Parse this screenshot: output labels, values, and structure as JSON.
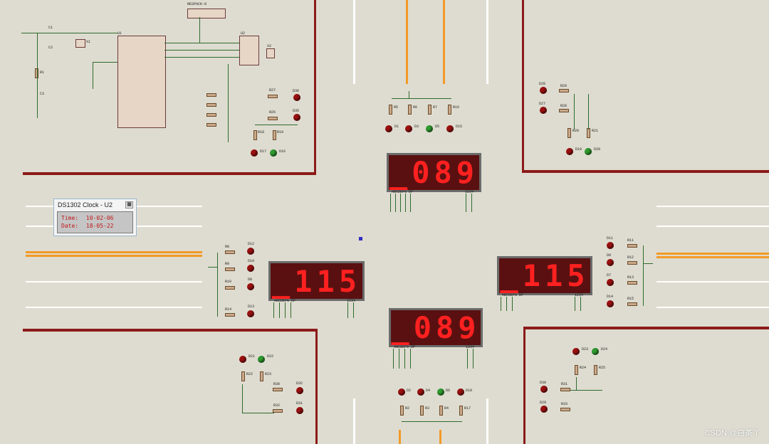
{
  "clock_window": {
    "title": "DS1302 Clock - U2",
    "time_label": "Time:",
    "time_value": "10-02-06",
    "date_label": "Date:",
    "date_value": "18-05-22"
  },
  "displays": {
    "north": {
      "value": "_089",
      "pins_left": "ABCDEFG DP",
      "pins_right": "1234"
    },
    "south": {
      "value": "_089",
      "pins_left": "ABCDEFG DP",
      "pins_right": "1234"
    },
    "west": {
      "value": "_115",
      "pins_left": "ABCDEFG DP",
      "pins_right": "1234"
    },
    "east": {
      "value": "_115",
      "pins_left": "ABCDEFG DP",
      "pins_right": "1234"
    }
  },
  "components": {
    "u1": "U1",
    "u2": "U2",
    "c1": "C1",
    "c2": "C2",
    "c3": "C3",
    "r1": "R1",
    "x1": "X1",
    "x2": "X2",
    "respack": "RESPACK-8",
    "north_resistors": [
      "R5",
      "R6",
      "R7",
      "R16"
    ],
    "north_leds": [
      "D1",
      "D3",
      "D5",
      "D15"
    ],
    "south_resistors": [
      "R2",
      "R3",
      "R4",
      "R17"
    ],
    "south_leds": [
      "D2",
      "D4",
      "D6",
      "D18"
    ],
    "west_resistors": [
      "R8",
      "R9",
      "R10",
      "R14"
    ],
    "west_leds": [
      "D12",
      "D10",
      "D8",
      "D13"
    ],
    "east_resistors": [
      "R11",
      "R12",
      "R13",
      "R15"
    ],
    "east_leds": [
      "D11",
      "D9",
      "D7",
      "D14"
    ],
    "nw_leds": [
      "D36",
      "D35",
      "D17",
      "D16"
    ],
    "nw_resistors": [
      "R27",
      "R26",
      "R18",
      "R19"
    ],
    "ne_leds": [
      "D28",
      "D27",
      "D19",
      "D20"
    ],
    "ne_resistors": [
      "R29",
      "R28",
      "R20",
      "R21"
    ],
    "sw_leds": [
      "D21",
      "D22",
      "D32",
      "D31"
    ],
    "sw_resistors": [
      "R22",
      "R23",
      "R30",
      "R32"
    ],
    "se_leds": [
      "D23",
      "D24",
      "D30",
      "D29"
    ],
    "se_resistors": [
      "R24",
      "R25",
      "R31",
      "R33"
    ]
  },
  "watermark": "CSDN @白茶丫",
  "colors": {
    "background": "#dedcd0",
    "wall": "#8b1a1a",
    "lane_orange": "#f39a26",
    "segment_on": "#ff2020",
    "led_red": "#9a1010",
    "led_green": "#2f9a2f"
  }
}
